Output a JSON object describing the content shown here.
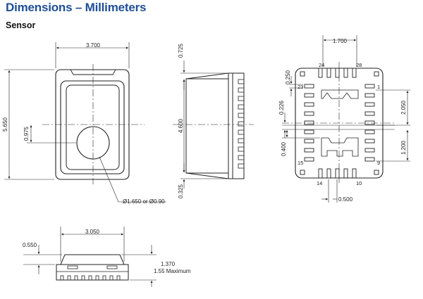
{
  "title": "Dimensions – Millimeters",
  "section": "Sensor",
  "front_view": {
    "width_dim": "3.700",
    "height_dim": "5.650",
    "offset_dim": "0.975",
    "port_callout": "Ø1.650 or Ø0.90"
  },
  "side_view": {
    "top_dim": "0.725",
    "height_dim": "4.600",
    "bottom_dim": "0.325"
  },
  "pinout_view": {
    "top_width_dim": "1.700",
    "pitch_top_dim": "0.250",
    "center_offset_dim": "0.226",
    "right_upper_dim": "2.050",
    "left_lower_dim": "0.400",
    "right_lower_dim": "1.200",
    "bottom_pitch_dim": "0.500",
    "pin_labels": {
      "p24": "24",
      "p28": "28",
      "p23": "23",
      "p1": "1",
      "p15": "15",
      "p9": "9",
      "p14": "14",
      "p10": "10"
    }
  },
  "bottom_view": {
    "width_dim": "3.050",
    "top_dim": "0.550",
    "height_dim": "1.370",
    "max_note": "1.55 Maximum"
  }
}
